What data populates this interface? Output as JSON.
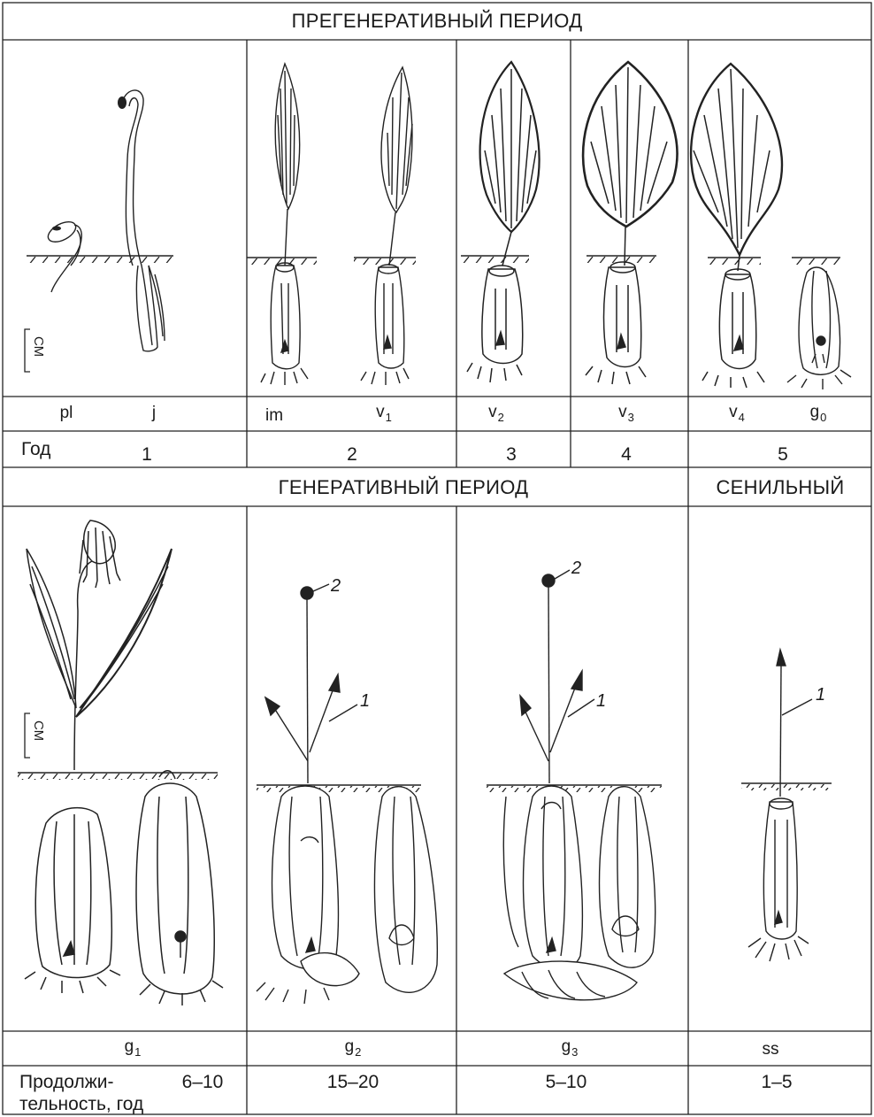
{
  "periods": {
    "pregenerative": "ПРЕГЕНЕРАТИВНЫЙ ПЕРИОД",
    "generative": "ГЕНЕРАТИВНЫЙ ПЕРИОД",
    "senile": "СЕНИЛЬНЫЙ"
  },
  "scale_label": "СМ",
  "stages_top": [
    {
      "code": "pl",
      "sub": ""
    },
    {
      "code": "j",
      "sub": ""
    },
    {
      "code": "im",
      "sub": ""
    },
    {
      "code": "v",
      "sub": "1"
    },
    {
      "code": "v",
      "sub": "2"
    },
    {
      "code": "v",
      "sub": "3"
    },
    {
      "code": "v",
      "sub": "4"
    },
    {
      "code": "g",
      "sub": "0"
    }
  ],
  "year_row": {
    "label": "Год",
    "values": [
      "1",
      "2",
      "3",
      "4",
      "5"
    ]
  },
  "stages_bottom": [
    {
      "code": "g",
      "sub": "1"
    },
    {
      "code": "g",
      "sub": "2"
    },
    {
      "code": "g",
      "sub": "3"
    },
    {
      "code": "ss",
      "sub": ""
    }
  ],
  "duration_row": {
    "label_line1": "Продолжи-",
    "label_line2": "тельность, год",
    "values": [
      "6–10",
      "15–20",
      "5–10",
      "1–5"
    ]
  },
  "annotations": {
    "one": "1",
    "two": "2"
  }
}
